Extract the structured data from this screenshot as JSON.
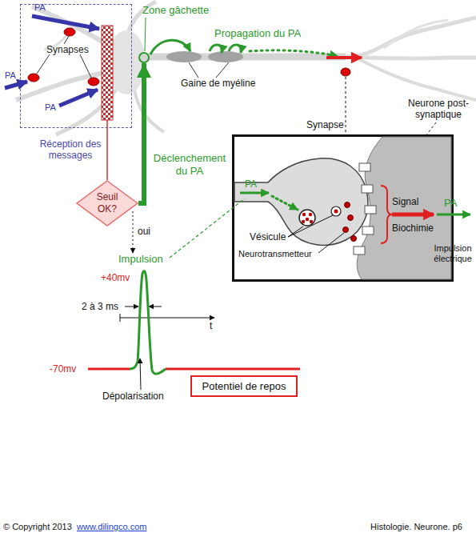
{
  "diagram": {
    "nodes": [
      {
        "text": [
          "Synapses",
          "Réception des messages"
        ]
      },
      {
        "text": [
          "Zone gâchette"
        ]
      },
      {
        "text": [
          "Seuil OK?"
        ]
      },
      {
        "text": [
          "Synapse"
        ]
      },
      {
        "text": [
          "Potentiel de repos"
        ]
      }
    ],
    "edges": [
      {
        "from": 0,
        "to": 2,
        "arrow": "none"
      },
      {
        "from": 2,
        "to": 1,
        "label": "Déclenchement du PA",
        "arrow": "to"
      }
    ],
    "labels": [
      "PA",
      "PA",
      "PA",
      "Propagation du PA",
      "Gaine de myéline",
      "Neurone post-synaptique",
      "oui",
      "Impulsion",
      "PA",
      "Vésicule",
      "Neurotransmetteur",
      "Signal Biochimie",
      "PA",
      "Impulsion électrique",
      "+40mv",
      "2 à 3 ms",
      "t",
      "-70mv",
      "Dépolarisation",
      "© Copyright 2013",
      "www.dilingco.com",
      "Histologie. Neurone. p6"
    ]
  }
}
